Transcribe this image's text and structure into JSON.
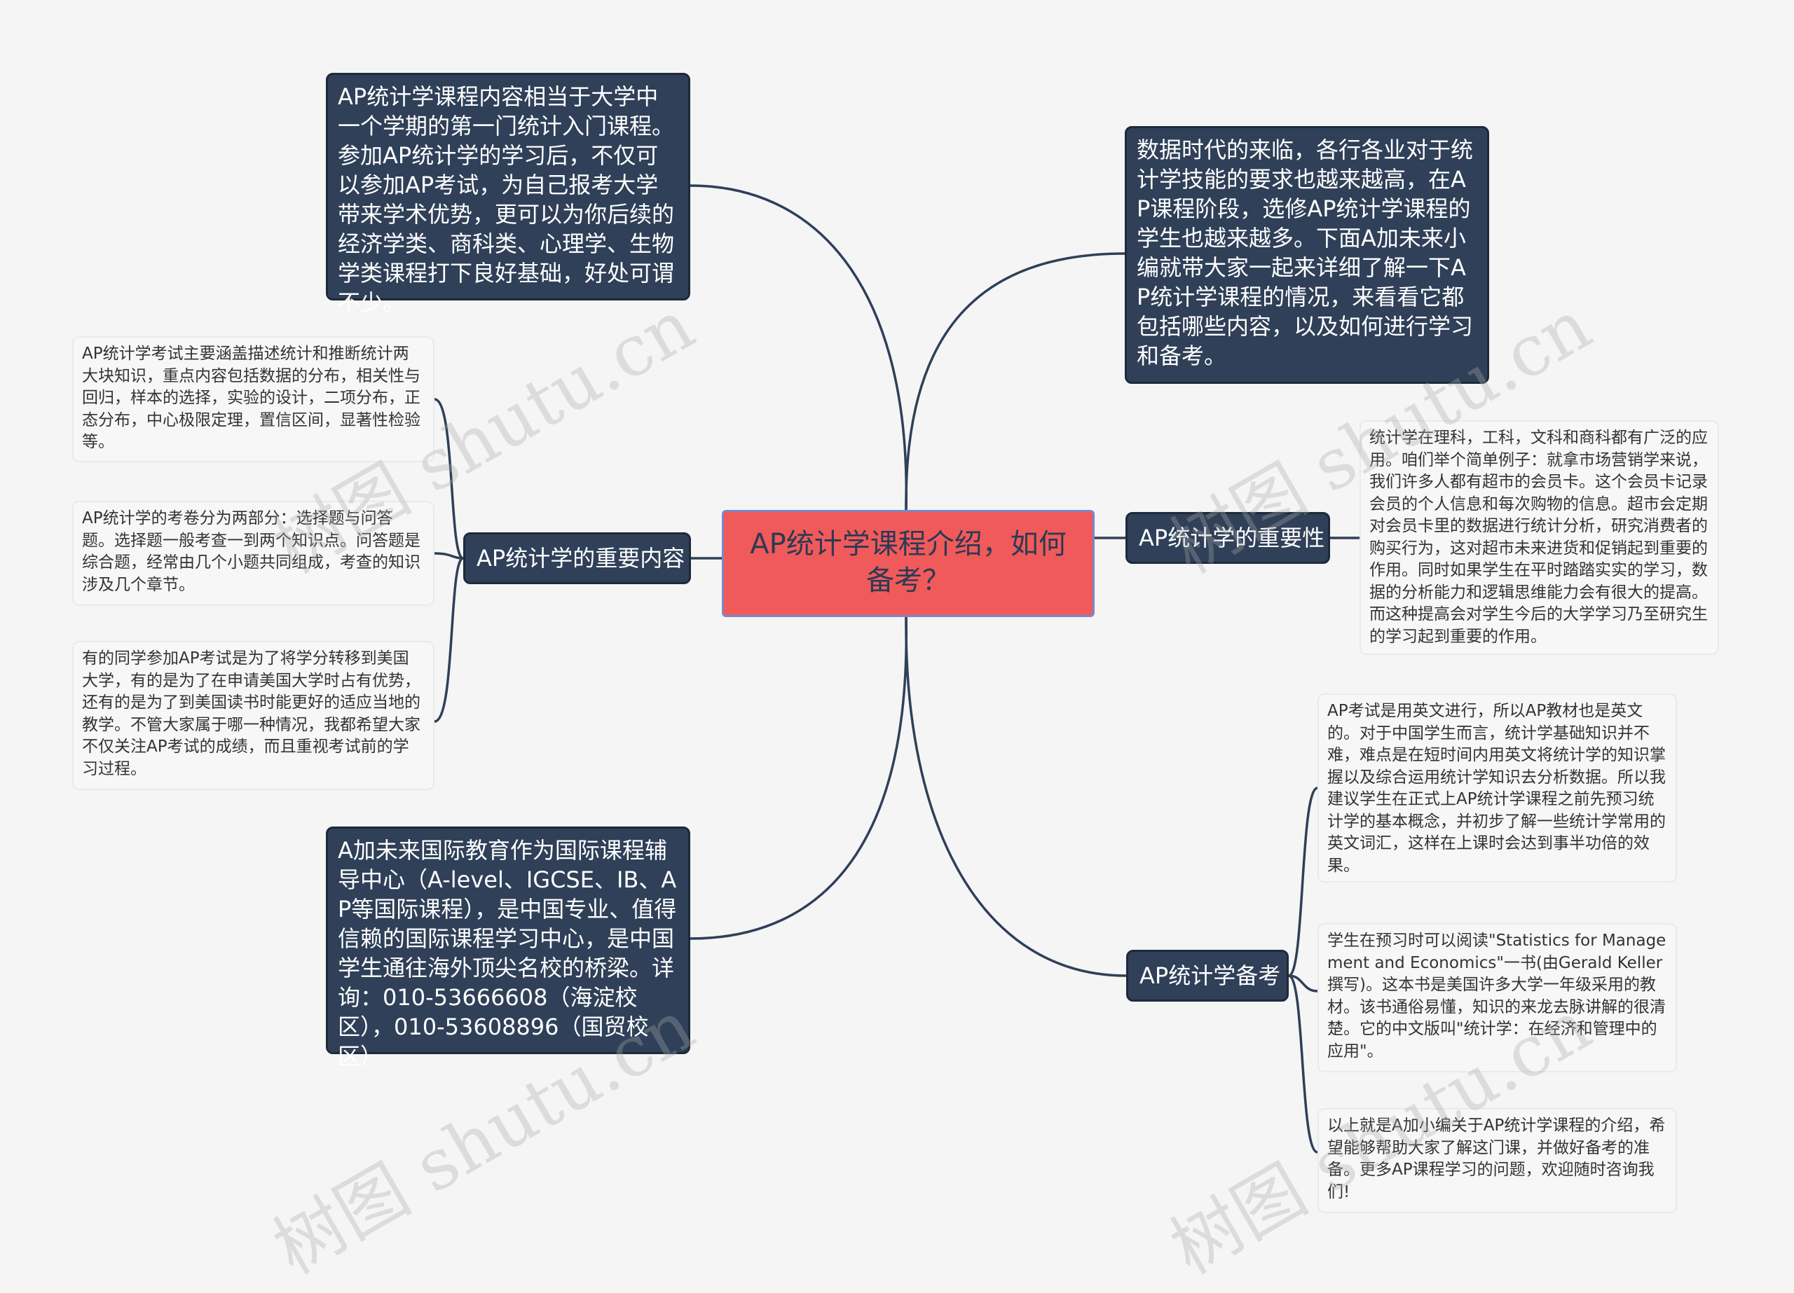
{
  "central": {
    "title": "AP统计学课程介绍，如何备考？"
  },
  "intro_text": "AP统计学课程内容相当于大学中一个学期的第一门统计入门课程。参加AP统计学的学习后，不仅可以参加AP考试，为自己报考大学带来学术优势，更可以为你后续的经济学类、商科类、心理学、生物学类课程打下良好基础，好处可谓不少。",
  "data_era_text": "数据时代的来临，各行各业对于统计学技能的要求也越来越高，在AP课程阶段，选修AP统计学课程的学生也越来越多。下面A加未来小编就带大家一起来详细了解一下AP统计学课程的情况，来看看它都包括哪些内容，以及如何进行学习和备考。",
  "contact_text": "A加未来国际教育作为国际课程辅导中心（A-level、IGCSE、IB、AP等国际课程），是中国专业、值得信赖的国际课程学习中心，是中国学生通往海外顶尖名校的桥梁。详询：010-53666608（海淀校区），010-53608896（国贸校区）",
  "content_branch": {
    "label": "AP统计学的重要内容",
    "items": [
      "AP统计学考试主要涵盖描述统计和推断统计两大块知识，重点内容包括数据的分布，相关性与回归，样本的选择，实验的设计，二项分布，正态分布，中心极限定理，置信区间，显著性检验等。",
      "AP统计学的考卷分为两部分：选择题与问答题。选择题一般考查一到两个知识点。问答题是综合题，经常由几个小题共同组成，考查的知识涉及几个章节。",
      "有的同学参加AP考试是为了将学分转移到美国大学，有的是为了在申请美国大学时占有优势，还有的是为了到美国读书时能更好的适应当地的教学。不管大家属于哪一种情况，我都希望大家不仅关注AP考试的成绩，而且重视考试前的学习过程。"
    ]
  },
  "importance_branch": {
    "label": "AP统计学的重要性",
    "items": [
      "统计学在理科，工科，文科和商科都有广泛的应用。咱们举个简单例子：就拿市场营销学来说，我们许多人都有超市的会员卡。这个会员卡记录会员的个人信息和每次购物的信息。超市会定期对会员卡里的数据进行统计分析，研究消费者的购买行为，这对超市未来进货和促销起到重要的作用。同时如果学生在平时踏踏实实的学习，数据的分析能力和逻辑思维能力会有很大的提高。而这种提高会对学生今后的大学学习乃至研究生的学习起到重要的作用。"
    ]
  },
  "prep_branch": {
    "label": "AP统计学备考",
    "items": [
      "AP考试是用英文进行，所以AP教材也是英文的。对于中国学生而言，统计学基础知识并不难，难点是在短时间内用英文将统计学的知识掌握以及综合运用统计学知识去分析数据。所以我建议学生在正式上AP统计学课程之前先预习统计学的基本概念，并初步了解一些统计学常用的英文词汇，这样在上课时会达到事半功倍的效果。",
      "学生在预习时可以阅读\"Statistics for Management and Economics\"一书(由Gerald Keller撰写)。这本书是美国许多大学一年级采用的教材。该书通俗易懂，知识的来龙去脉讲解的很清楚。它的中文版叫\"统计学：在经济和管理中的应用\"。",
      "以上就是A加小编关于AP统计学课程的介绍，希望能够帮助大家了解这门课，并做好备考的准备。更多AP课程学习的问题，欢迎随时咨询我们!"
    ]
  },
  "watermarks": [
    "树图 shutu.cn",
    "树图 shutu.cn",
    "树图 shutu.cn",
    "树图 shutu.cn"
  ],
  "colors": {
    "background": "#f5f5f5",
    "dark_node": "#2f4058",
    "central_node": "#f15a5a",
    "central_text": "#2b3a55",
    "connector": "#2f4058"
  }
}
